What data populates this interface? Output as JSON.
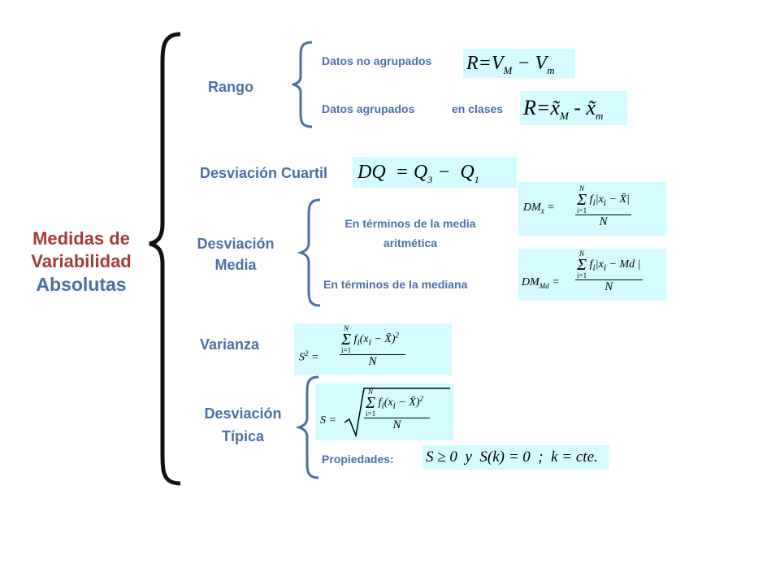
{
  "main_title": {
    "line1": "Medidas de",
    "line2": "Variabilidad",
    "line3": "Absolutas"
  },
  "rango": {
    "label": "Rango",
    "no_agrupados": "Datos no agrupados",
    "agrupados": "Datos agrupados",
    "en_clases": "en clases"
  },
  "cuartil": {
    "label": "Desviación Cuartil"
  },
  "media": {
    "label_line1": "Desviación",
    "label_line2": "Media",
    "aritmetica_line1": "En términos de la media",
    "aritmetica_line2": "aritmética",
    "mediana": "En términos de la mediana"
  },
  "varianza": {
    "label": "Varianza"
  },
  "tipica": {
    "label_line1": "Desviación",
    "label_line2": "Típica",
    "propiedades": "Propiedades:"
  },
  "colors": {
    "label_blue": "#4a6fa5",
    "title_red": "#a23b3b",
    "formula_bg": "#d4fbff"
  }
}
